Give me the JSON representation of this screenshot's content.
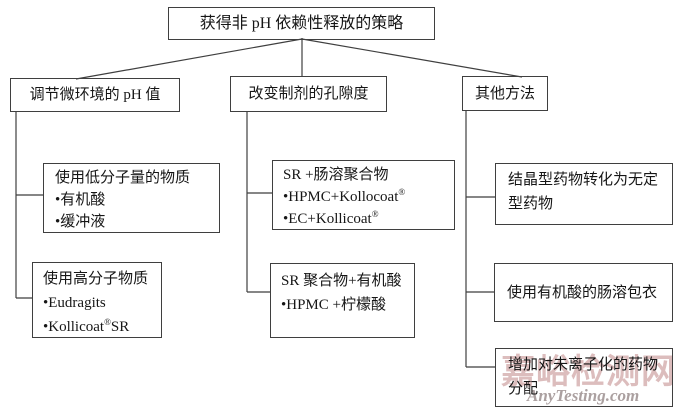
{
  "colors": {
    "background": "#ffffff",
    "box_border": "#3f3f3f",
    "connector": "#3f3f3f",
    "text": "#161616",
    "watermark_cn": "#d6b2b2",
    "watermark_en": "#a69b9b"
  },
  "diagram": {
    "root": {
      "label": "获得非 pH 依赖性释放的策略"
    },
    "branches": [
      {
        "label": "调节微环境的 pH 值",
        "children": [
          {
            "lines": [
              {
                "pre": "使用低分子量的物质"
              },
              {
                "pre": "•有机酸"
              },
              {
                "pre": "•缓冲液"
              }
            ]
          },
          {
            "lines": [
              {
                "pre": "使用高分子物质"
              },
              {
                "pre": "•Eudragits"
              },
              {
                "pre": "•Kollicoat",
                "sup": "®",
                "post": "SR"
              }
            ]
          }
        ]
      },
      {
        "label": "改变制剂的孔隙度",
        "children": [
          {
            "lines": [
              {
                "pre": "SR +肠溶聚合物"
              },
              {
                "pre": "•HPMC+Kollocoat",
                "sup": "®"
              },
              {
                "pre": "•EC+Kollicoat",
                "sup": "®"
              }
            ]
          },
          {
            "lines": [
              {
                "pre": "SR 聚合物+有机酸"
              },
              {
                "pre": "•HPMC +柠檬酸"
              }
            ]
          }
        ]
      },
      {
        "label": "其他方法",
        "children": [
          {
            "lines": [
              {
                "pre": "结晶型药物转化为无定"
              },
              {
                "pre": "型药物"
              }
            ]
          },
          {
            "lines": [
              {
                "pre": "使用有机酸的肠溶包衣"
              }
            ]
          },
          {
            "lines": [
              {
                "pre": "增加对未离子化的药物"
              },
              {
                "pre": "分配"
              }
            ]
          }
        ]
      }
    ]
  },
  "watermark": {
    "site_name": "嘉峪检测网",
    "site_url": "AnyTesting.com"
  }
}
